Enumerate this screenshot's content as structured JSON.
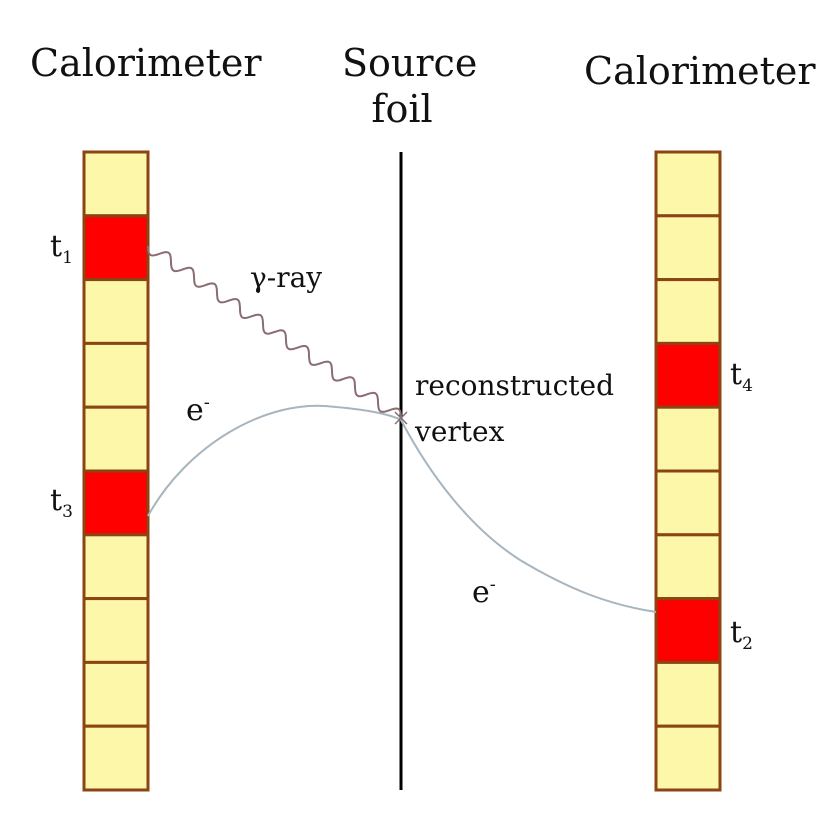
{
  "colors": {
    "cell_fill": "#fdf8a9",
    "hit_fill": "#ff0000",
    "cell_border": "#8b4513",
    "foil": "#000000",
    "electron_track": "#a7b5bf",
    "gamma_track": "#8a6d72"
  },
  "labels": {
    "left_calorimeter": "Calorimeter",
    "right_calorimeter": "Calorimeter",
    "source_line1": "Source",
    "source_line2": "foil",
    "gamma_base": "γ",
    "gamma_rest": "-ray",
    "electron_base": "e",
    "electron_sup": "-",
    "vertex_line1": "reconstructed",
    "vertex_line2": "vertex",
    "t1": {
      "base": "t",
      "sub": "1"
    },
    "t2": {
      "base": "t",
      "sub": "2"
    },
    "t3": {
      "base": "t",
      "sub": "3"
    },
    "t4": {
      "base": "t",
      "sub": "4"
    }
  },
  "calorimeters": {
    "left": {
      "cells": 10,
      "hit_cells": [
        1,
        5
      ]
    },
    "right": {
      "cells": 10,
      "hit_cells": [
        3,
        7
      ]
    }
  }
}
